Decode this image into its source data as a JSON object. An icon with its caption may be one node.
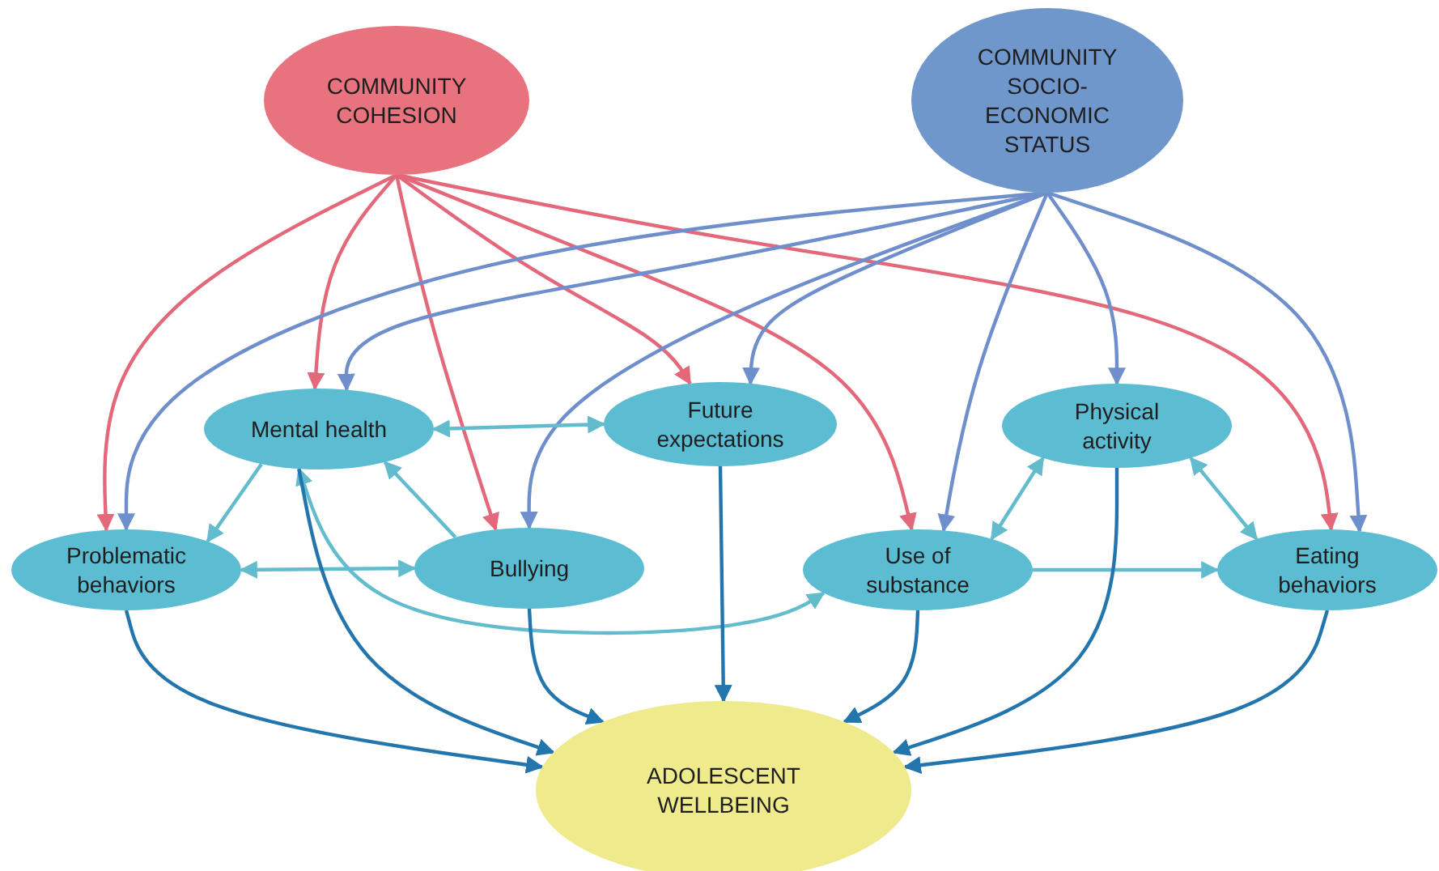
{
  "diagram": {
    "nodes": [
      {
        "text": [
          "COMMUNITY COHESION"
        ]
      },
      {
        "text": [
          "COMMUNITY SOCIO-ECONOMIC STATUS"
        ]
      },
      {
        "text": [
          "Mental health"
        ]
      },
      {
        "text": [
          "Future expectations"
        ]
      },
      {
        "text": [
          "Physical activity"
        ]
      },
      {
        "text": [
          "Problematic behaviors"
        ]
      },
      {
        "text": [
          "Bullying"
        ]
      },
      {
        "text": [
          "Use of substance"
        ]
      },
      {
        "text": [
          "Eating behaviors"
        ]
      },
      {
        "text": [
          "ADOLESCENT WELLBEING"
        ]
      }
    ],
    "edges": [
      {
        "from": 0,
        "to": 5,
        "arrow": "to",
        "color": "#e2687a"
      },
      {
        "from": 0,
        "to": 2,
        "arrow": "to",
        "color": "#e2687a"
      },
      {
        "from": 0,
        "to": 6,
        "arrow": "to",
        "color": "#e2687a"
      },
      {
        "from": 0,
        "to": 3,
        "arrow": "to",
        "color": "#e2687a"
      },
      {
        "from": 0,
        "to": 7,
        "arrow": "to",
        "color": "#e2687a"
      },
      {
        "from": 0,
        "to": 8,
        "arrow": "to",
        "color": "#e2687a"
      },
      {
        "from": 1,
        "to": 5,
        "arrow": "to",
        "color": "#6f8fcc"
      },
      {
        "from": 1,
        "to": 2,
        "arrow": "to",
        "color": "#6f8fcc"
      },
      {
        "from": 1,
        "to": 6,
        "arrow": "to",
        "color": "#6f8fcc"
      },
      {
        "from": 1,
        "to": 3,
        "arrow": "to",
        "color": "#6f8fcc"
      },
      {
        "from": 1,
        "to": 7,
        "arrow": "to",
        "color": "#6f8fcc"
      },
      {
        "from": 1,
        "to": 4,
        "arrow": "to",
        "color": "#6f8fcc"
      },
      {
        "from": 1,
        "to": 8,
        "arrow": "to",
        "color": "#6f8fcc"
      },
      {
        "from": 2,
        "to": 3,
        "arrow": "both",
        "color": "#62bccd"
      },
      {
        "from": 2,
        "to": 5,
        "arrow": "to",
        "color": "#62bccd"
      },
      {
        "from": 6,
        "to": 2,
        "arrow": "to",
        "color": "#62bccd"
      },
      {
        "from": 5,
        "to": 6,
        "arrow": "both",
        "color": "#62bccd"
      },
      {
        "from": 2,
        "to": 7,
        "arrow": "both",
        "color": "#62bccd"
      },
      {
        "from": 7,
        "to": 4,
        "arrow": "both",
        "color": "#62bccd"
      },
      {
        "from": 4,
        "to": 8,
        "arrow": "both",
        "color": "#62bccd"
      },
      {
        "from": 7,
        "to": 8,
        "arrow": "to",
        "color": "#62bccd"
      },
      {
        "from": 5,
        "to": 9,
        "arrow": "to",
        "color": "#2376ad"
      },
      {
        "from": 2,
        "to": 9,
        "arrow": "to",
        "color": "#2376ad"
      },
      {
        "from": 6,
        "to": 9,
        "arrow": "to",
        "color": "#2376ad"
      },
      {
        "from": 3,
        "to": 9,
        "arrow": "to",
        "color": "#2376ad"
      },
      {
        "from": 7,
        "to": 9,
        "arrow": "to",
        "color": "#2376ad"
      },
      {
        "from": 4,
        "to": 9,
        "arrow": "to",
        "color": "#2376ad"
      },
      {
        "from": 8,
        "to": 9,
        "arrow": "to",
        "color": "#2376ad"
      }
    ]
  }
}
